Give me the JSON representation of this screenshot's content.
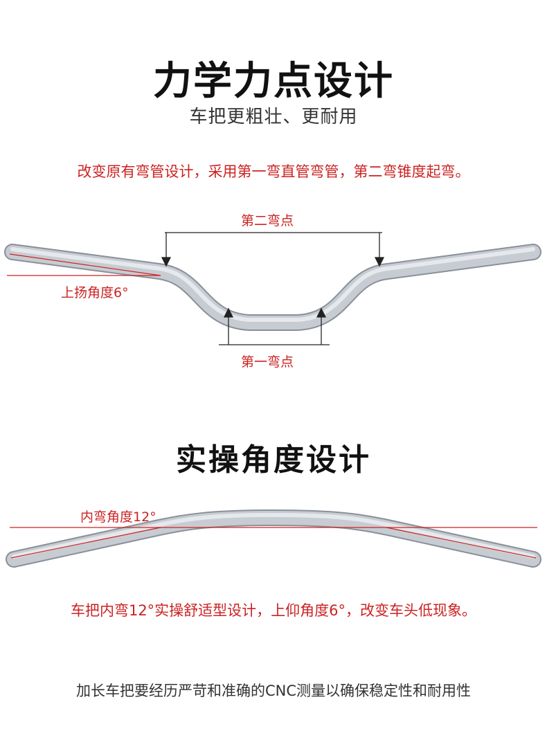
{
  "section1": {
    "title": "力学力点设计",
    "subtitle": "车把更粗壮、更耐用",
    "description": "改变原有弯管设计，采用第一弯直管弯管，第二弯锥度起弯。",
    "labels": {
      "second_bend": "第二弯点",
      "first_bend": "第一弯点",
      "rise_angle": "上扬角度6°"
    }
  },
  "section2": {
    "title": "实操角度设计",
    "labels": {
      "inner_bend_angle": "内弯角度12°"
    },
    "description": "车把内弯12°实操舒适型设计，上仰角度6°，改变车头低现象。"
  },
  "footer": {
    "text": "加长车把要经历严苛和准确的CNC测量以确保稳定性和耐用性"
  },
  "colors": {
    "accent_red": "#cc2222",
    "tube": "#b8bec6",
    "title": "#111111"
  }
}
